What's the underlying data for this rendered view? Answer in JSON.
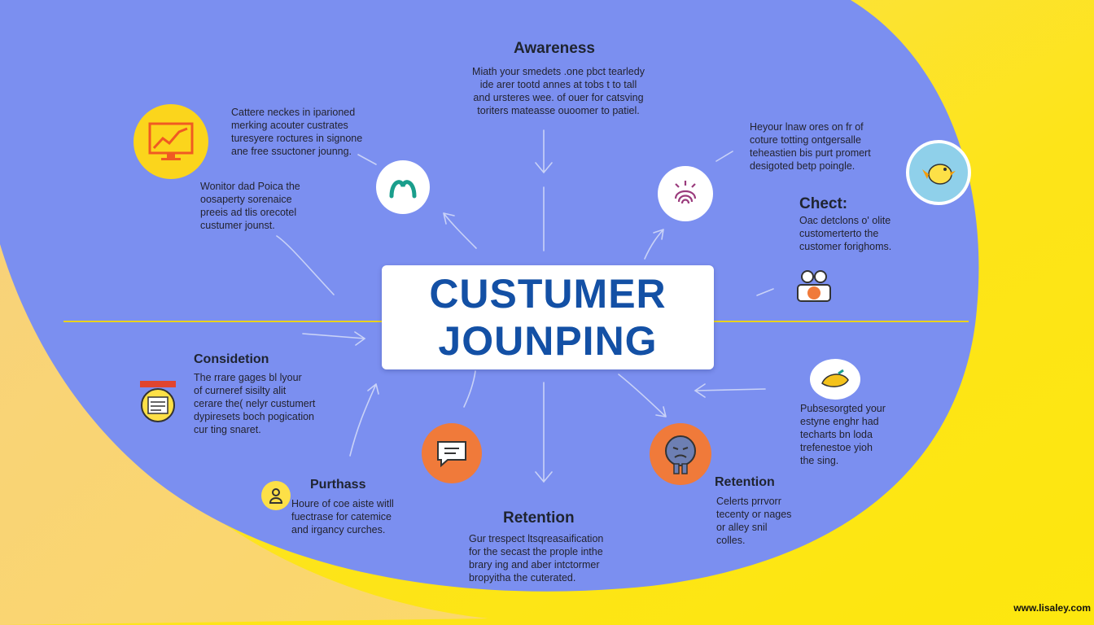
{
  "colors": {
    "background_blue": "#7b8ff0",
    "accent_yellow": "#fde70e",
    "title_blue": "#1350a5",
    "orange": "#f07a3a",
    "teal": "#1a9e8c"
  },
  "center": {
    "line1": "CUSTUMER",
    "line2": "JOUNPING"
  },
  "stages": {
    "awareness": {
      "title": "Awareness",
      "text": "Miath your smedets .one pbct tearledy\nide arer tootd annes at tobs t to tall\nand ursteres wee. of ouer for catsving\ntoriters mateasse ouoomer to patiel."
    },
    "top_left": {
      "text": "Cattere neckes in iparioned\nmerking acouter custrates\nturesyere roctures in signone\nane free ssuctoner jounng."
    },
    "mid_left": {
      "text": "Wonitor dad Poica the\noosaperty sorenaice\npreeis ad tlis orecotel\ncustumer jounst."
    },
    "top_right": {
      "text": "Heyour lnaw ores on fr of\ncoture totting ontgersalle\nteheastien bis purt promert\ndesigoted betp poingle."
    },
    "checkout": {
      "title": "Chect:",
      "text": "Oac detclons o' olite\ncustomerterto the\ncustomer forighoms."
    },
    "consideration": {
      "title": "Considetion",
      "text": "The rrare gages bl lyour\nof curneref sisilty alit\ncerare the( nelyr custumert\ndypiresets boch pogication\ncur ting snaret."
    },
    "purchase": {
      "title": "Purthass",
      "text": "Houre of coe aiste witll\nfuectrase for catemice\nand irgancy curches."
    },
    "retention_bottom": {
      "title": "Retention",
      "text": "Gur trespect ltsqreasaification\nfor the secast the prople inthe\nbrary ing and aber intctormer\nbropyitha the cuterated."
    },
    "retention_right": {
      "title": "Retention",
      "text": "Celerts prrvorr\ntecenty or nages\nor alley snil\ncolles."
    },
    "loyalty": {
      "text": "Pubsesorgted your\nestyne enghr had\ntecharts bn loda\ntrefenestoe yioh\nthe sing."
    }
  },
  "icons": [
    "growth-chart-icon",
    "wave-logo-icon",
    "fingerprint-icon",
    "chick-icon",
    "people-icon",
    "checklist-icon",
    "user-badge-icon",
    "chat-bubble-icon",
    "frustrated-face-icon",
    "lemon-icon"
  ],
  "watermark": "www.lisaley.com"
}
